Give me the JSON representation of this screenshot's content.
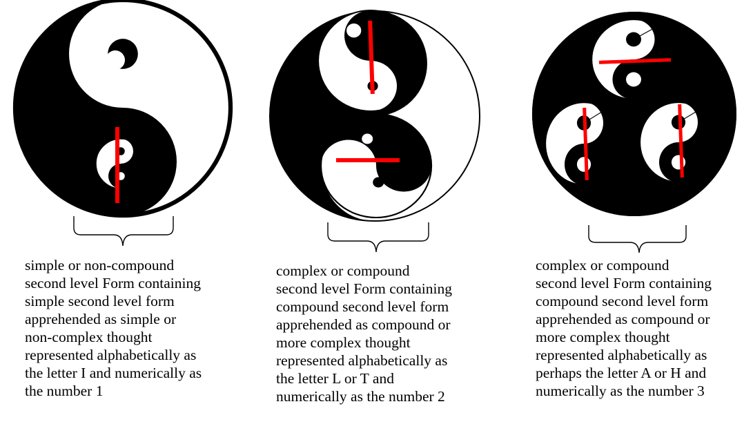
{
  "colors": {
    "ink": "#000000",
    "paper": "#ffffff",
    "axis_bar": "#ff0000"
  },
  "figures": [
    {
      "caption": [
        "simple or non-compound",
        "second level Form containing",
        "simple second level form",
        "apprehended as simple or",
        "non-complex thought",
        "represented alphabetically as",
        "the letter I and numerically as",
        "the number 1"
      ]
    },
    {
      "caption": [
        "complex or compound",
        "second level Form containing",
        "compound second level form",
        "apprehended as compound or",
        "more complex thought",
        "represented alphabetically as",
        "the letter L or T and",
        "numerically as the number 2"
      ]
    },
    {
      "caption": [
        "complex or compound",
        "second level Form containing",
        "compound second level form",
        "apprehended as compound or",
        "more complex thought",
        "represented alphabetically as",
        "perhaps the letter A or H and",
        "numerically as the number 3"
      ]
    }
  ]
}
